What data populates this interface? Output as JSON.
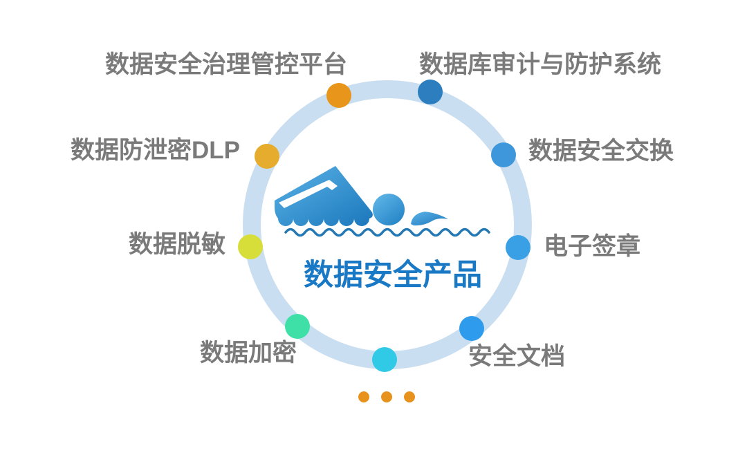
{
  "title": {
    "text": "数据安全产品",
    "color": "#1a79c5"
  },
  "ring": {
    "color": "#c9def0"
  },
  "logo": {
    "icon": "swimmer-icon",
    "color_light": "#5bb3e6",
    "color_dark": "#1b77bc",
    "wave_color": "#2478b4"
  },
  "nodes": [
    {
      "id": "governance",
      "label": "数据安全治理管控平台",
      "dot_color": "#e8951c"
    },
    {
      "id": "db-audit",
      "label": "数据库审计与防护系统",
      "dot_color": "#2d7ebe"
    },
    {
      "id": "dlp",
      "label": "数据防泄密DLP",
      "dot_color": "#e5ac2e"
    },
    {
      "id": "exchange",
      "label": "数据安全交换",
      "dot_color": "#3e97db"
    },
    {
      "id": "masking",
      "label": "数据脱敏",
      "dot_color": "#d7de39"
    },
    {
      "id": "signature",
      "label": "电子签章",
      "dot_color": "#3aa0e5"
    },
    {
      "id": "encryption",
      "label": "数据加密",
      "dot_color": "#3ee0a8"
    },
    {
      "id": "secure-doc",
      "label": "安全文档",
      "dot_color": "#2e9bec"
    }
  ],
  "more_dot_color": "#30c9e6",
  "ellipsis": {
    "color": "#e8921e"
  }
}
